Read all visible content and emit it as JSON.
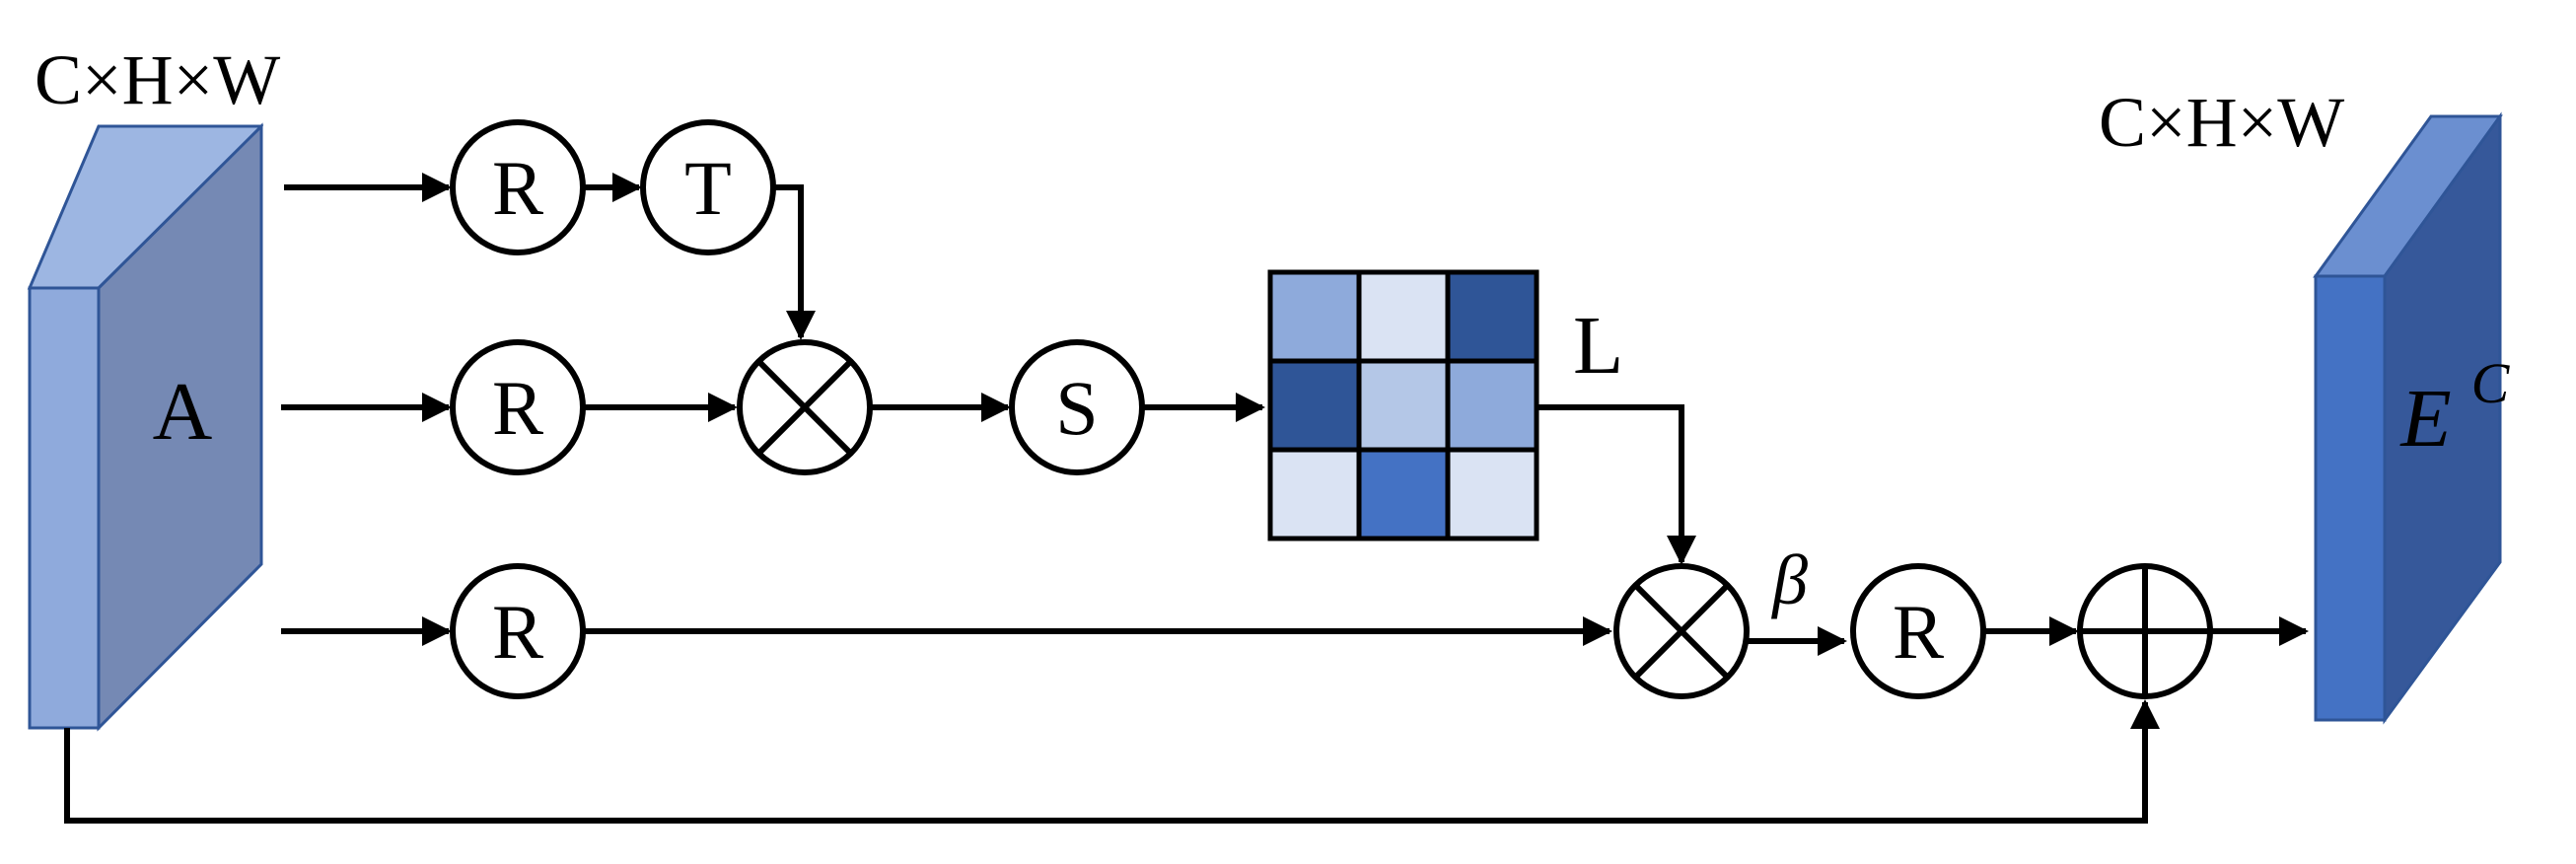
{
  "input_tensor": {
    "dims": "C×H×W",
    "label": "A"
  },
  "output_tensor": {
    "dims": "C×H×W",
    "label": "E",
    "superscript": "C"
  },
  "nodes": {
    "r_top": "R",
    "t_top": "T",
    "r_mid": "R",
    "mult_top": "⊗",
    "s_mid": "S",
    "r_bottom": "R",
    "mult_bottom": "⊗",
    "r_after": "R",
    "add": "⊕"
  },
  "matrix": {
    "label": "L",
    "colors": [
      [
        "#8eaadb",
        "#dae3f3",
        "#2f5597"
      ],
      [
        "#2f5597",
        "#b4c7e7",
        "#8eaadb"
      ],
      [
        "#dae3f3",
        "#4472c4",
        "#dae3f3"
      ]
    ]
  },
  "beta_label": "β"
}
